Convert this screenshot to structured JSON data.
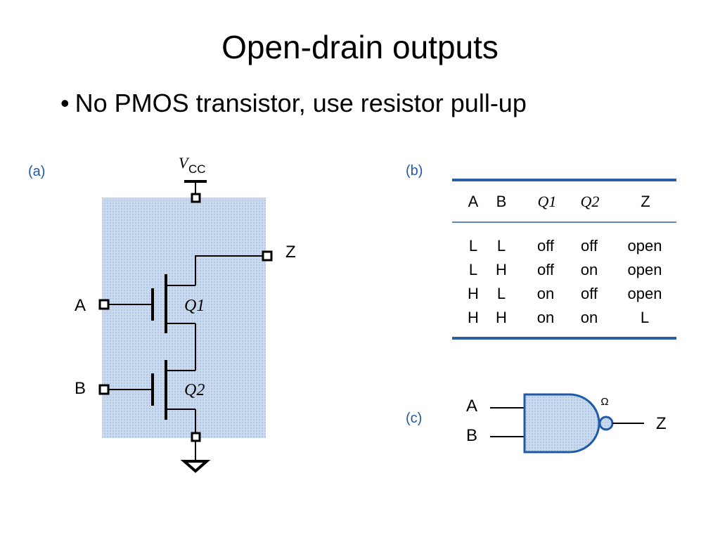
{
  "slide": {
    "title": "Open-drain outputs",
    "bullet": "No PMOS transistor, use resistor pull-up",
    "bullet_marker": "•"
  },
  "panel_a": {
    "label": "(a)",
    "vcc_main": "V",
    "vcc_sub": "CC",
    "output": "Z",
    "input_a": "A",
    "input_b": "B",
    "q1": "Q1",
    "q2": "Q2"
  },
  "panel_b": {
    "label": "(b)",
    "headers": [
      "A",
      "B",
      "Q1",
      "Q2",
      "Z"
    ],
    "rows": [
      [
        "L",
        "L",
        "off",
        "off",
        "open"
      ],
      [
        "L",
        "H",
        "off",
        "on",
        "open"
      ],
      [
        "H",
        "L",
        "on",
        "off",
        "open"
      ],
      [
        "H",
        "H",
        "on",
        "on",
        "L"
      ]
    ]
  },
  "panel_c": {
    "label": "(c)",
    "input_a": "A",
    "input_b": "B",
    "output": "Z",
    "od_mark": "Ω"
  },
  "colors": {
    "panel_fill": "#c9d9ee",
    "accent_blue": "#1f5aa6",
    "rule_blue": "#2a5fa8"
  }
}
